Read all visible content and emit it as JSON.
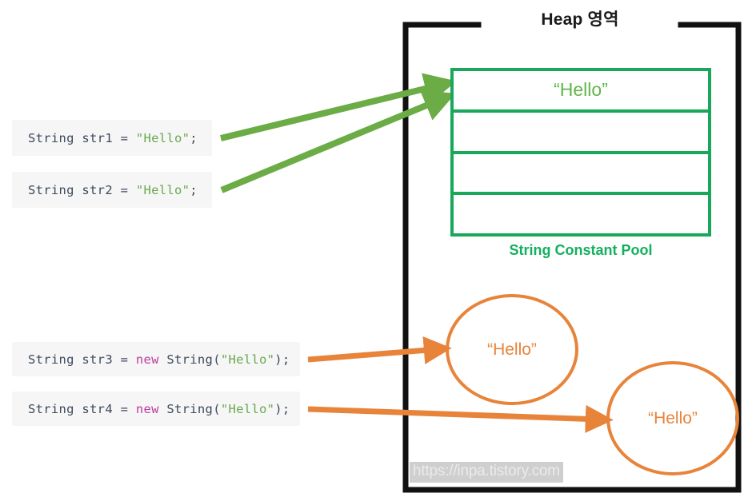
{
  "diagram": {
    "title": "Heap 영역",
    "watermark": "https://inpa.tistory.com"
  },
  "colors": {
    "heap_border": "#111111",
    "pool_border": "#19a85a",
    "pool_label": "#13b05e",
    "pool_text": "#62b54a",
    "object_orange": "#e8833a",
    "arrow_green": "#6cac46",
    "arrow_orange": "#e8833a",
    "code_background": "#f6f6f6",
    "code_text": "#3d4b5c",
    "code_string": "#6aa84f",
    "code_keyword": "#c0399f",
    "watermark_band": "#cfcfcf"
  },
  "pool": {
    "label": "String Constant Pool",
    "rows": [
      {
        "text": "“Hello”"
      },
      {
        "text": ""
      },
      {
        "text": ""
      },
      {
        "text": ""
      }
    ]
  },
  "objects": [
    {
      "name": "heap-object-1",
      "text": "“Hello”"
    },
    {
      "name": "heap-object-2",
      "text": "“Hello”"
    }
  ],
  "code": [
    {
      "id": "code-1",
      "full": "String str1 = \"Hello\";",
      "parts": [
        {
          "t": "String str1 = ",
          "k": "plain"
        },
        {
          "t": "\"Hello\"",
          "k": "str"
        },
        {
          "t": ";",
          "k": "plain"
        }
      ]
    },
    {
      "id": "code-2",
      "full": "String str2 = \"Hello\";",
      "parts": [
        {
          "t": "String str2 = ",
          "k": "plain"
        },
        {
          "t": "\"Hello\"",
          "k": "str"
        },
        {
          "t": ";",
          "k": "plain"
        }
      ]
    },
    {
      "id": "code-3",
      "full": "String str3 = new String(\"Hello\");",
      "parts": [
        {
          "t": "String str3 = ",
          "k": "plain"
        },
        {
          "t": "new",
          "k": "kw"
        },
        {
          "t": " String(",
          "k": "plain"
        },
        {
          "t": "\"Hello\"",
          "k": "str"
        },
        {
          "t": ");",
          "k": "plain"
        }
      ]
    },
    {
      "id": "code-4",
      "full": "String str4 = new String(\"Hello\");",
      "parts": [
        {
          "t": "String str4 = ",
          "k": "plain"
        },
        {
          "t": "new",
          "k": "kw"
        },
        {
          "t": " String(",
          "k": "plain"
        },
        {
          "t": "\"Hello\"",
          "k": "str"
        },
        {
          "t": ");",
          "k": "plain"
        }
      ]
    }
  ],
  "arrows": [
    {
      "name": "arrow-str1-to-pool",
      "color": "green"
    },
    {
      "name": "arrow-str2-to-pool",
      "color": "green"
    },
    {
      "name": "arrow-str3-to-object-1",
      "color": "orange"
    },
    {
      "name": "arrow-str4-to-object-2",
      "color": "orange"
    }
  ]
}
